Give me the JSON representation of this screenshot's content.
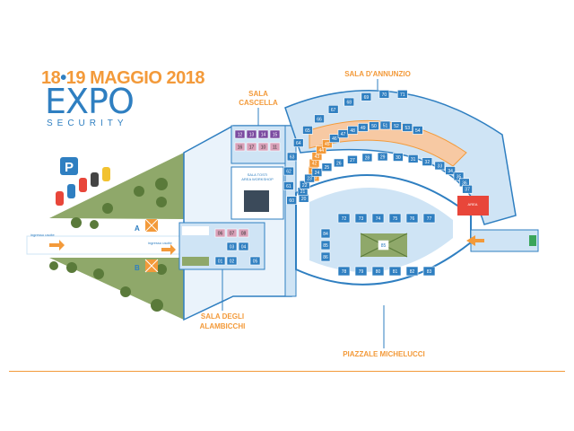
{
  "event": {
    "date_a": "18",
    "date_sep": "•",
    "date_b": "19",
    "date_rest": "MAGGIO 2018",
    "logo_word": "EXPO",
    "logo_sub": "SECURITY"
  },
  "halls": {
    "annunzio": "SALA D'ANNUNZIO",
    "cascella_1": "SALA",
    "cascella_2": "CASCELLA",
    "alambicchi_1": "SALA DEGLI",
    "alambicchi_2": "ALAMBICCHI",
    "piazzale": "PIAZZALE MICHELUCCI",
    "area_workshop_1": "SALA TOSTI",
    "area_workshop_2": "AREA WORKSHOP",
    "area_label": "AREA",
    "ingresso_uscite": "ingresso uscite"
  },
  "markers": {
    "parking": "P",
    "a": "A",
    "b": "B"
  },
  "colors": {
    "primary_blue": "#2f7fc1",
    "light_blue": "#cfe4f5",
    "orange": "#f39a3a",
    "green": "#8fa86a",
    "pink": "#d9a0b8",
    "purple": "#7a4aa0"
  },
  "stands": {
    "alambicchi": [
      "06",
      "07",
      "08",
      "01",
      "02",
      "03",
      "04",
      "05"
    ],
    "cascella": [
      "12",
      "13",
      "14",
      "15",
      "16",
      "17",
      "10",
      "11"
    ],
    "annunzio_outer": [
      "60",
      "61",
      "62",
      "63",
      "64",
      "65",
      "66",
      "67",
      "68",
      "69",
      "70",
      "71"
    ],
    "annunzio_inner": [
      "40",
      "41",
      "42",
      "43",
      "44",
      "45",
      "46",
      "47",
      "48",
      "49",
      "50",
      "51",
      "52",
      "53",
      "54"
    ],
    "annunzio_lower": [
      "20",
      "21",
      "22",
      "23",
      "24",
      "25",
      "26",
      "27",
      "28",
      "29",
      "30",
      "31",
      "32",
      "33",
      "34",
      "35",
      "36",
      "37"
    ],
    "piazzale_top": [
      "72",
      "73",
      "74",
      "75",
      "76",
      "77"
    ],
    "piazzale_bottom": [
      "78",
      "79",
      "80",
      "81",
      "82",
      "83"
    ],
    "piazzale_side": [
      "84",
      "85",
      "86"
    ],
    "piazzale_center": "85"
  }
}
